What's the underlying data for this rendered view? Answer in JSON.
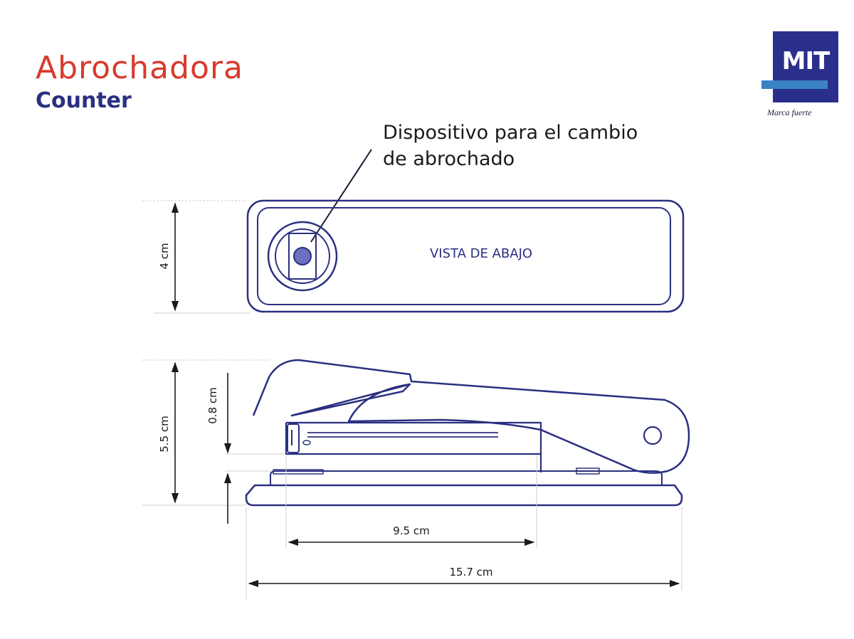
{
  "header": {
    "title": "Abrochadora",
    "subtitle": "Counter"
  },
  "logo": {
    "text": "MIT",
    "tagline": "Marca fuerte"
  },
  "callout": {
    "line1": "Dispositivo para el cambio",
    "line2": "de abrochado"
  },
  "bottom_view": {
    "label": "VISTA DE ABAJO"
  },
  "dimensions": {
    "height_bottom_view": "4 cm",
    "height_total": "5.5 cm",
    "height_jaw": "0.8 cm",
    "length_staple_reach": "9.5 cm",
    "length_total": "15.7 cm"
  },
  "colors": {
    "title": "#d83a2c",
    "subtitle": "#2a3080",
    "line": "#2a3080",
    "logo_box": "#2b2f8c",
    "logo_bar": "#3a82c4"
  }
}
